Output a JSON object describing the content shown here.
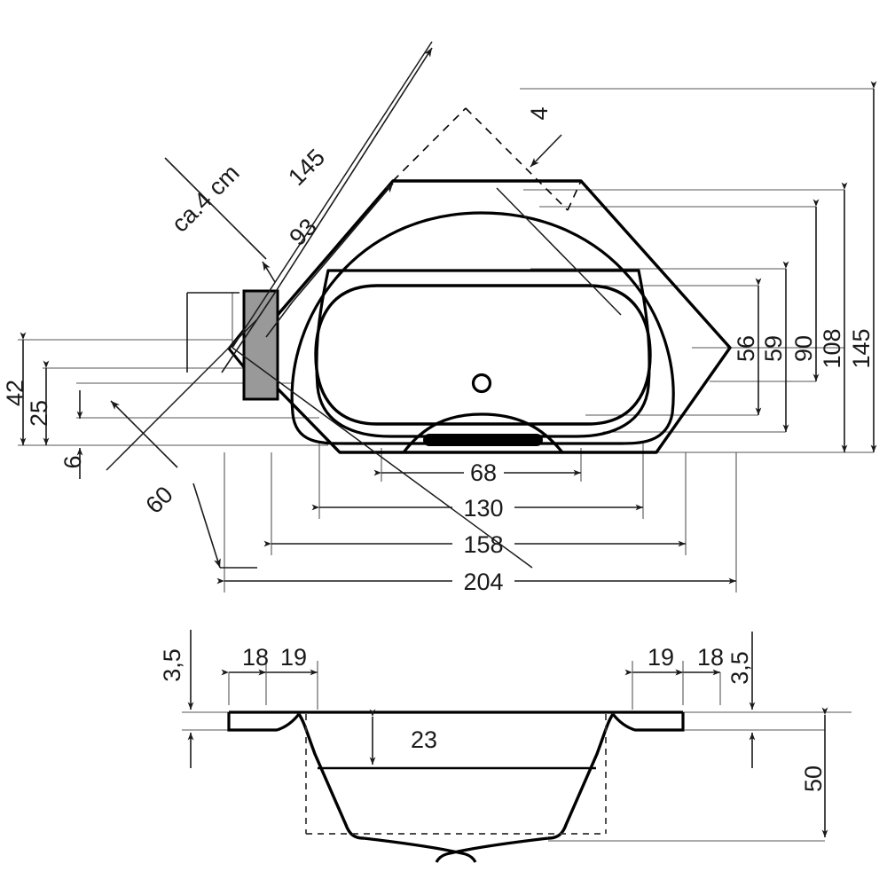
{
  "drawing": {
    "type": "technical-dimension-drawing",
    "subject": "corner bathtub (hexagonal) — plan view and cross-section",
    "units": "cm",
    "line_color": "#000000",
    "dimension_line_color": "#4d4d4d",
    "fixture_block_color": "#999999",
    "headrest_color": "#000000",
    "background": "#ffffff"
  },
  "plan_view": {
    "name": "plan-view",
    "dimensions": {
      "diag_145": "145",
      "diag_93": "93",
      "ca_4_cm": "ca.4 cm",
      "corner_4": "4",
      "diag_60": "60",
      "left_42": "42",
      "left_25": "25",
      "left_6": "6",
      "right_56": "56",
      "right_59": "59",
      "right_90": "90",
      "right_108": "108",
      "right_145": "145",
      "bottom_68": "68",
      "bottom_130": "130",
      "bottom_158": "158",
      "bottom_204": "204"
    },
    "features": {
      "drain": "drain-hole",
      "headrest": "headrest-pad",
      "tap_block": "tap-fixture-block"
    }
  },
  "section_view": {
    "name": "cross-section-view",
    "dimensions": {
      "left_rim_35": "3,5",
      "left_18": "18",
      "left_19": "19",
      "water_depth_23": "23",
      "right_19": "19",
      "right_18": "18",
      "right_rim_35": "3,5",
      "height_50": "50"
    }
  }
}
